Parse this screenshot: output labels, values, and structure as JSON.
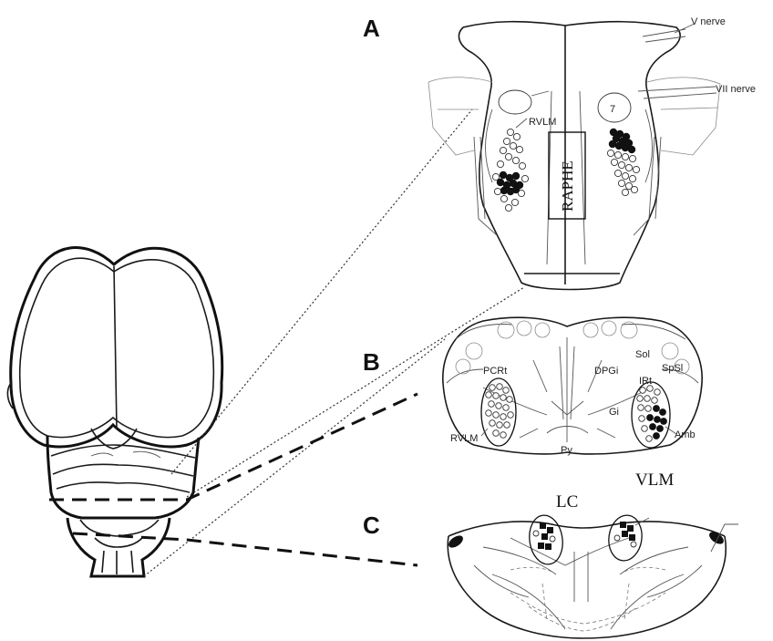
{
  "panels": {
    "a": {
      "letter": "A"
    },
    "b": {
      "letter": "B"
    },
    "c": {
      "letter": "C"
    }
  },
  "labels": {
    "v_nerve": "V nerve",
    "vii_nerve": "VII nerve",
    "rvlm_a": "RVLM",
    "seven": "7",
    "raphe": "RAPHE",
    "pcrt": "PCRt",
    "dpgi": "DPGi",
    "sol": "Sol",
    "spsl": "SpSl",
    "irt": "IRt",
    "gi": "Gi",
    "amb": "Amb",
    "rvlm_b": "RVLM",
    "py": "Py",
    "vlm": "VLM",
    "lc": "LC"
  }
}
